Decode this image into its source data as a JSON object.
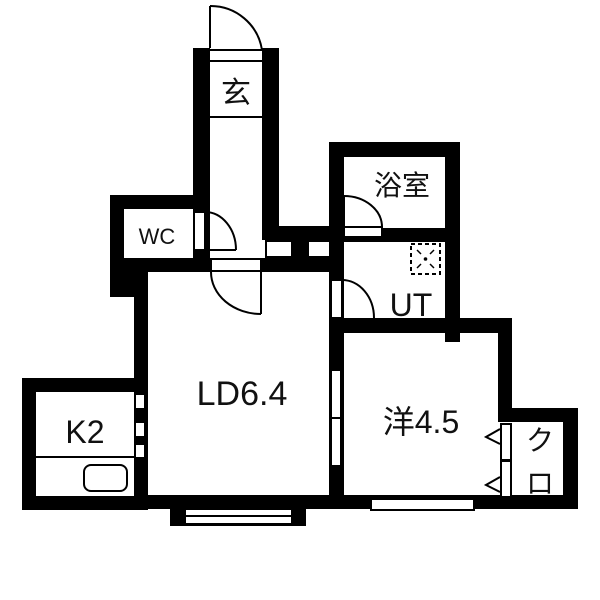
{
  "diagram": {
    "type": "floor-plan",
    "colors": {
      "wall": "#000000",
      "background": "#ffffff",
      "text": "#111111"
    },
    "rooms": [
      {
        "id": "entrance",
        "label": "玄"
      },
      {
        "id": "wc",
        "label": "WC"
      },
      {
        "id": "bath",
        "label": "浴室"
      },
      {
        "id": "utility",
        "label": "UT"
      },
      {
        "id": "living_dining",
        "label": "LD6.4"
      },
      {
        "id": "kitchen",
        "label": "K2"
      },
      {
        "id": "western_room",
        "label": "洋4.5"
      },
      {
        "id": "closet_top",
        "label": "ク"
      },
      {
        "id": "closet_bottom",
        "label": "ロ"
      }
    ],
    "fixtures": [
      "entrance-door",
      "wc-door",
      "ld-door",
      "bath-door",
      "ut-door",
      "washer-drain",
      "kitchen-sink",
      "closet-doors",
      "windows"
    ]
  }
}
